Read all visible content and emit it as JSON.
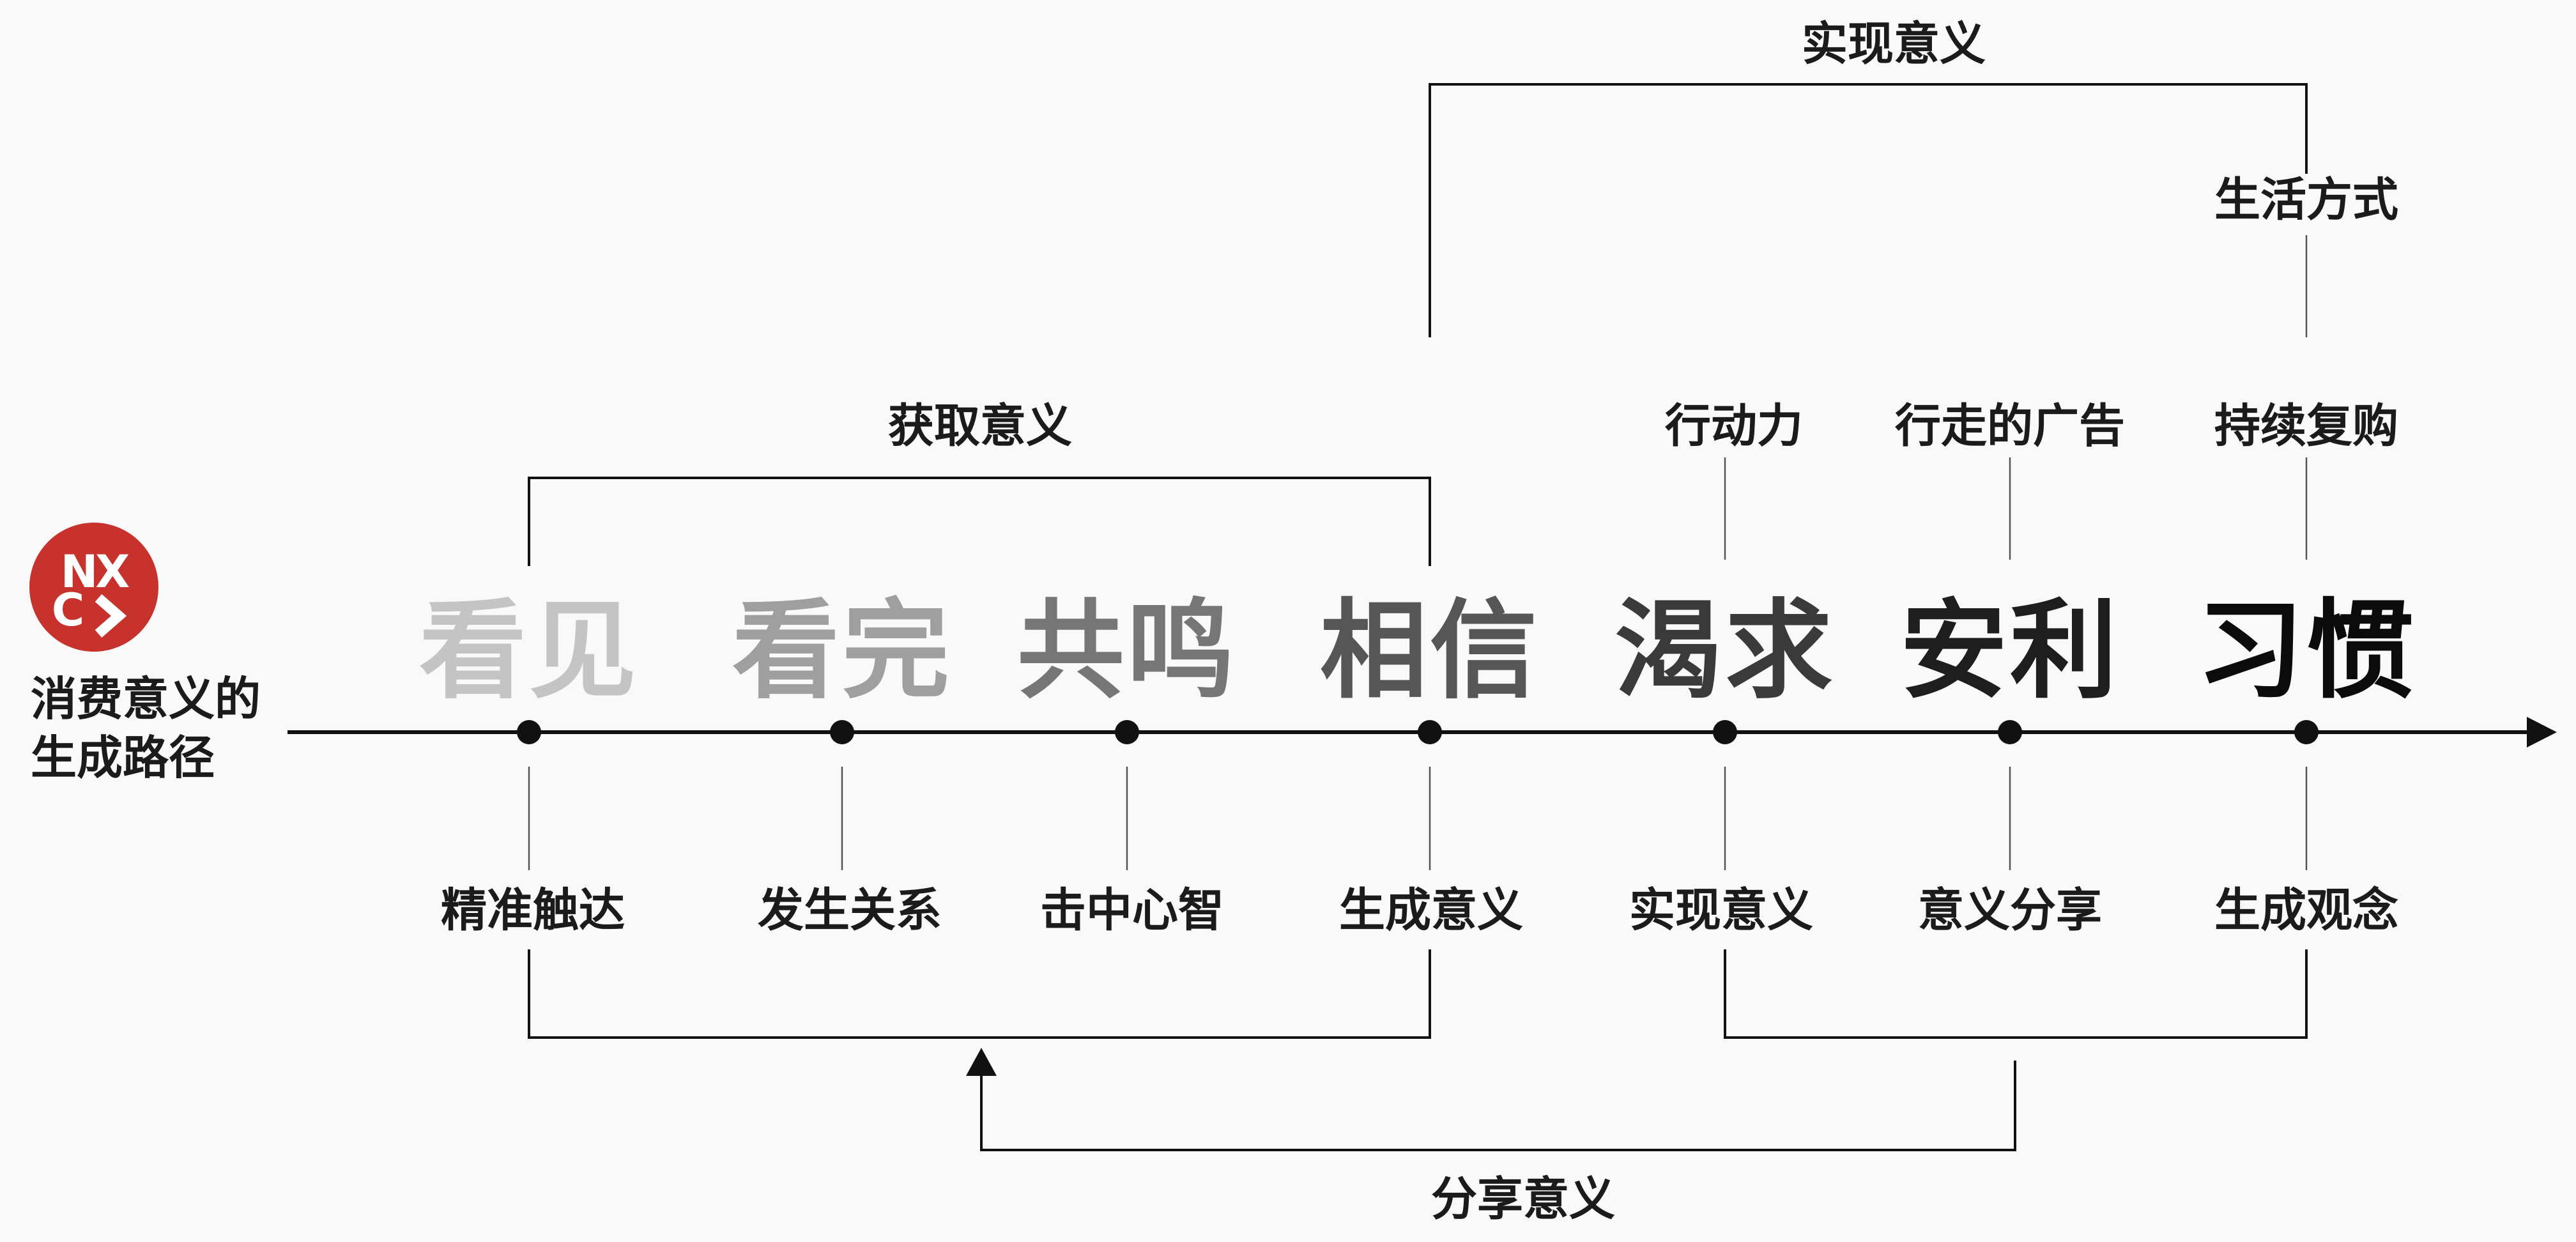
{
  "logo": {
    "text": "NXC"
  },
  "axis_title": [
    "消费意义的",
    "生成路径"
  ],
  "stages": [
    {
      "word": "看见",
      "color": "#c4c4c4",
      "below": "精准触达"
    },
    {
      "word": "看完",
      "color": "#9f9f9f",
      "below": "发生关系"
    },
    {
      "word": "共鸣",
      "color": "#767676",
      "below": "击中心智"
    },
    {
      "word": "相信",
      "color": "#565656",
      "below": "生成意义"
    },
    {
      "word": "渴求",
      "color": "#3a3a3a",
      "below": "实现意义",
      "above": "行动力"
    },
    {
      "word": "安利",
      "color": "#1e1e1e",
      "below": "意义分享",
      "above": "行走的广告"
    },
    {
      "word": "习惯",
      "color": "#0b0b0b",
      "below": "生成观念",
      "above": "持续复购",
      "top": "生活方式"
    }
  ],
  "groups": {
    "acquire": "获取意义",
    "realize": "实现意义",
    "share": "分享意义"
  },
  "colors": {
    "line": "#111111",
    "logo": "#c8322d"
  }
}
